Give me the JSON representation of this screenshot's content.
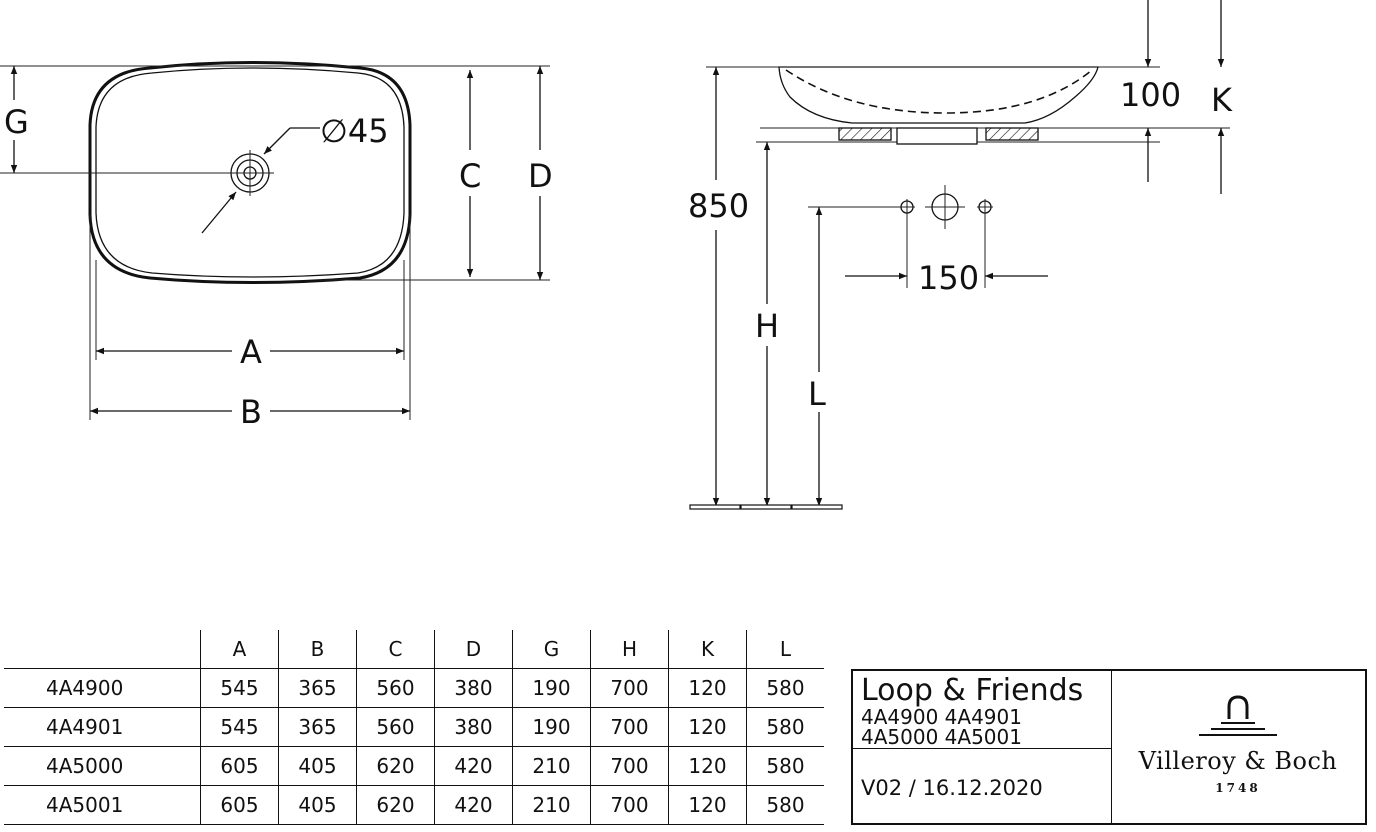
{
  "drawing": {
    "top_view": {
      "label_g": "G",
      "label_c": "C",
      "label_d": "D",
      "label_a": "A",
      "label_b": "B",
      "drain_diameter": "∅45"
    },
    "side_view": {
      "height_850": "850",
      "depth_100": "100",
      "label_k": "K",
      "label_h": "H",
      "label_l": "L",
      "spacing_150": "150"
    }
  },
  "table": {
    "headers": [
      "A",
      "B",
      "C",
      "D",
      "G",
      "H",
      "K",
      "L"
    ],
    "rows": [
      {
        "model": "4A4900",
        "values": [
          "545",
          "365",
          "560",
          "380",
          "190",
          "700",
          "120",
          "580"
        ]
      },
      {
        "model": "4A4901",
        "values": [
          "545",
          "365",
          "560",
          "380",
          "190",
          "700",
          "120",
          "580"
        ]
      },
      {
        "model": "4A5000",
        "values": [
          "605",
          "405",
          "620",
          "420",
          "210",
          "700",
          "120",
          "580"
        ]
      },
      {
        "model": "4A5001",
        "values": [
          "605",
          "405",
          "620",
          "420",
          "210",
          "700",
          "120",
          "580"
        ]
      }
    ]
  },
  "title_block": {
    "series": "Loop & Friends",
    "models_line1": "4A4900 4A4901",
    "models_line2": "4A5000 4A5001",
    "version": "V02 / 16.12.2020",
    "brand": "Villeroy & Boch",
    "brand_year": "1748",
    "logo_icon": "waterfall-arch-icon"
  }
}
